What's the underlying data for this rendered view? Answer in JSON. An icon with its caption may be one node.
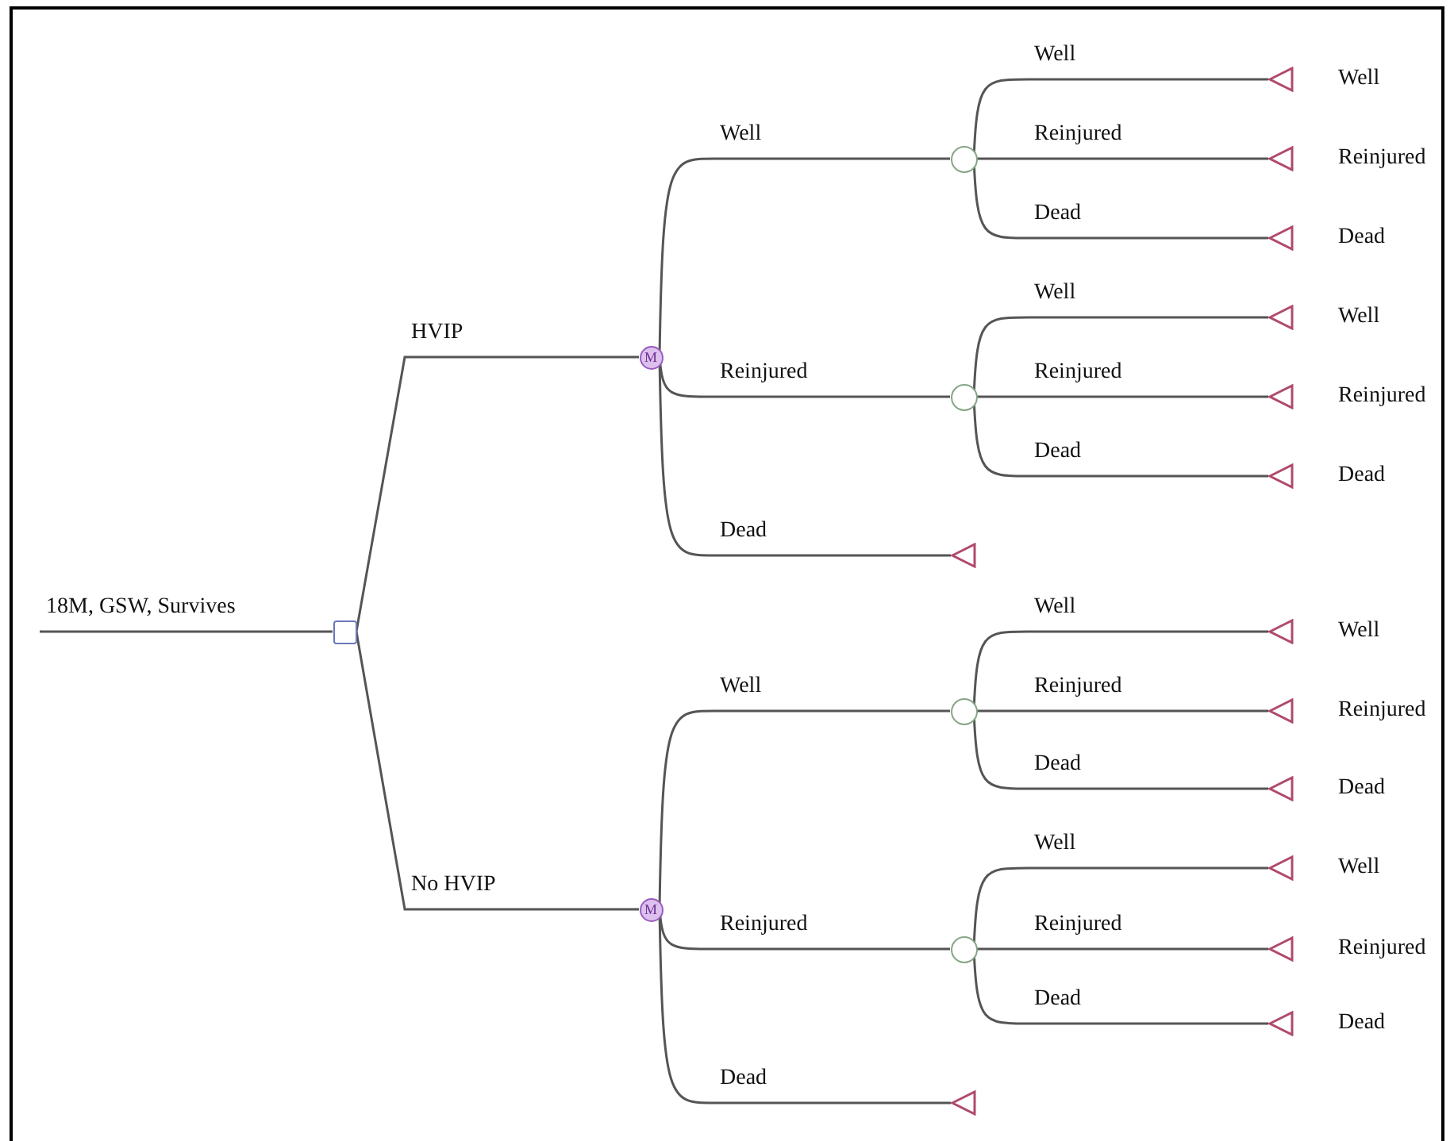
{
  "diagram": {
    "nodes": [
      {
        "text": [],
        "shape": "box"
      },
      {
        "text": [
          "M"
        ]
      },
      {
        "text": [],
        "shape": "circle"
      },
      {
        "text": [],
        "shape": "triangle",
        "beside": [
          "Well"
        ]
      },
      {
        "text": [],
        "shape": "triangle",
        "beside": [
          "Reinjured"
        ]
      },
      {
        "text": [],
        "shape": "triangle",
        "beside": [
          "Dead"
        ]
      },
      {
        "text": [],
        "shape": "circle"
      },
      {
        "text": [],
        "shape": "triangle",
        "beside": [
          "Well"
        ]
      },
      {
        "text": [],
        "shape": "triangle",
        "beside": [
          "Reinjured"
        ]
      },
      {
        "text": [],
        "shape": "triangle",
        "beside": [
          "Dead"
        ]
      },
      {
        "text": [],
        "shape": "triangle"
      },
      {
        "text": [
          "M"
        ]
      },
      {
        "text": [],
        "shape": "circle"
      },
      {
        "text": [],
        "shape": "triangle",
        "beside": [
          "Well"
        ]
      },
      {
        "text": [],
        "shape": "triangle",
        "beside": [
          "Reinjured"
        ]
      },
      {
        "text": [],
        "shape": "triangle",
        "beside": [
          "Dead"
        ]
      },
      {
        "text": [],
        "shape": "circle"
      },
      {
        "text": [],
        "shape": "triangle",
        "beside": [
          "Well"
        ]
      },
      {
        "text": [],
        "shape": "triangle",
        "beside": [
          "Reinjured"
        ]
      },
      {
        "text": [],
        "shape": "triangle",
        "beside": [
          "Dead"
        ]
      },
      {
        "text": [],
        "shape": "triangle"
      }
    ],
    "edges": [
      {
        "from": null,
        "to": 0,
        "arrow": "none",
        "label": "18M, GSW, Survives"
      },
      {
        "from": 0,
        "to": 1,
        "arrow": "none",
        "label": "HVIP"
      },
      {
        "from": 0,
        "to": 11,
        "arrow": "none",
        "label": "No HVIP"
      },
      {
        "from": 1,
        "to": 2,
        "arrow": "none",
        "label": "Well"
      },
      {
        "from": 1,
        "to": 6,
        "arrow": "none",
        "label": "Reinjured"
      },
      {
        "from": 1,
        "to": 10,
        "arrow": "none",
        "label": "Dead"
      },
      {
        "from": 2,
        "to": 3,
        "arrow": "none",
        "label": "Well"
      },
      {
        "from": 2,
        "to": 4,
        "arrow": "none",
        "label": "Reinjured"
      },
      {
        "from": 2,
        "to": 5,
        "arrow": "none",
        "label": "Dead"
      },
      {
        "from": 6,
        "to": 7,
        "arrow": "none",
        "label": "Well"
      },
      {
        "from": 6,
        "to": 8,
        "arrow": "none",
        "label": "Reinjured"
      },
      {
        "from": 6,
        "to": 9,
        "arrow": "none",
        "label": "Dead"
      },
      {
        "from": 11,
        "to": 12,
        "arrow": "none",
        "label": "Well"
      },
      {
        "from": 11,
        "to": 16,
        "arrow": "none",
        "label": "Reinjured"
      },
      {
        "from": 11,
        "to": 20,
        "arrow": "none",
        "label": "Dead"
      },
      {
        "from": 12,
        "to": 13,
        "arrow": "none",
        "label": "Well"
      },
      {
        "from": 12,
        "to": 14,
        "arrow": "none",
        "label": "Reinjured"
      },
      {
        "from": 12,
        "to": 15,
        "arrow": "none",
        "label": "Dead"
      },
      {
        "from": 16,
        "to": 17,
        "arrow": "none",
        "label": "Well"
      },
      {
        "from": 16,
        "to": 18,
        "arrow": "none",
        "label": "Reinjured"
      },
      {
        "from": 16,
        "to": 19,
        "arrow": "none",
        "label": "Dead"
      }
    ]
  }
}
